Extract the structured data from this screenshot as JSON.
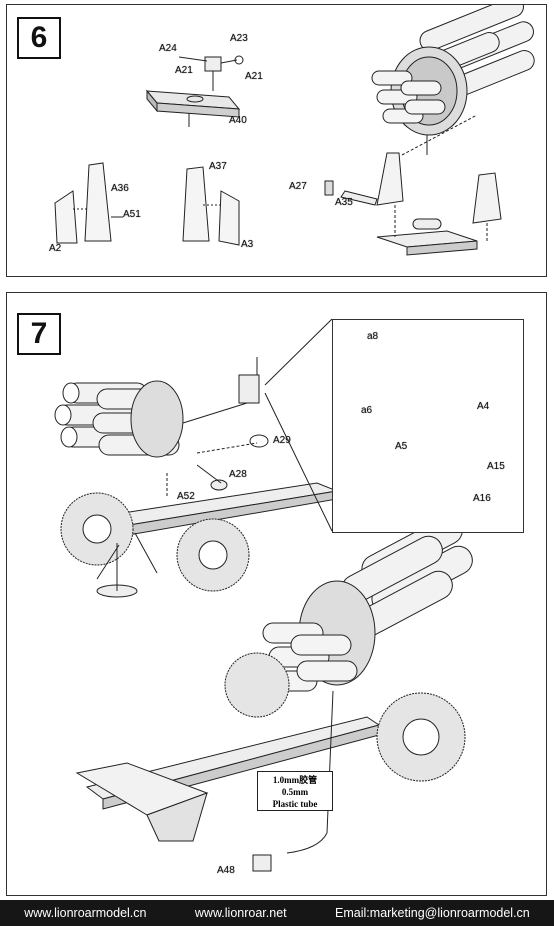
{
  "steps": [
    {
      "number": "6",
      "labels": [
        "A24",
        "A23",
        "A21",
        "A21",
        "A40",
        "A36",
        "A51",
        "A2",
        "A37",
        "A3",
        "A27",
        "A35"
      ]
    },
    {
      "number": "7",
      "labels": [
        "A29",
        "A28",
        "A52",
        "a8",
        "a6",
        "A4",
        "A5",
        "A15",
        "A16",
        "A48"
      ]
    }
  ],
  "callout": {
    "line1": "1.0mm胶管",
    "line2": "0.5mm",
    "line3": "Plastic tube"
  },
  "footer": {
    "site1": "www.lionroarmodel.cn",
    "site2": "www.lionroar.net",
    "email": "Email:marketing@lionroarmodel.cn"
  }
}
